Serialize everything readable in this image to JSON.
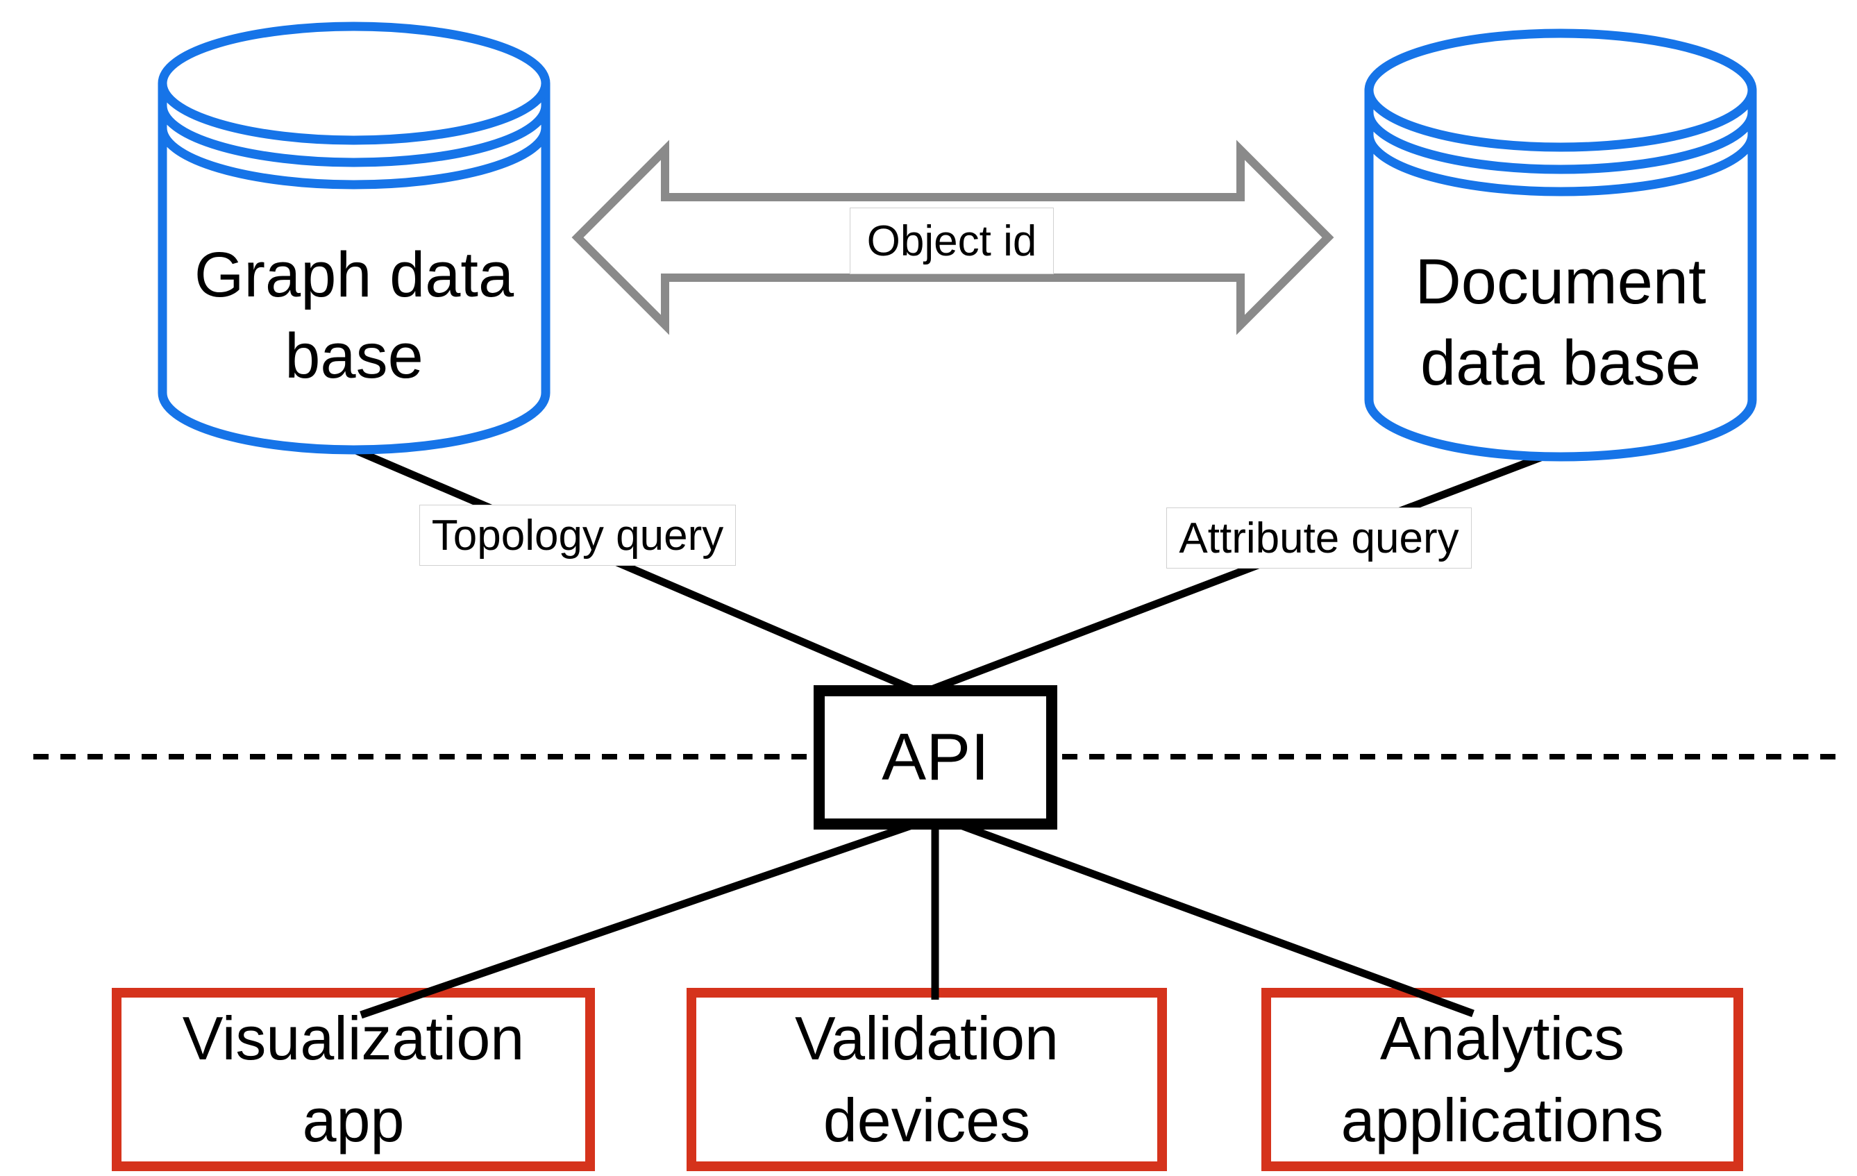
{
  "diagram": {
    "background_color": "#ffffff",
    "colors": {
      "database_outline": "#1674e8",
      "application_box_outline": "#d5331c",
      "api_box_outline": "#000000",
      "connector_line": "#000000",
      "sync_arrow_outline": "#8a8a8a",
      "edge_label_border": "#d0d0d0",
      "text": "#000000"
    },
    "nodes": {
      "graph_db": {
        "type": "database",
        "line1": "Graph data",
        "line2": "base"
      },
      "document_db": {
        "type": "database",
        "line1": "Document",
        "line2": "data base"
      },
      "api": {
        "type": "box",
        "label": "API"
      },
      "visualization_app": {
        "type": "application",
        "line1": "Visualization",
        "line2": "app"
      },
      "validation_devices": {
        "type": "application",
        "line1": "Validation",
        "line2": "devices"
      },
      "analytics_applications": {
        "type": "application",
        "line1": "Analytics",
        "line2": "applications"
      }
    },
    "edges": {
      "object_id": {
        "label": "Object id",
        "from": "graph_db",
        "to": "document_db",
        "style": "double-headed-arrow"
      },
      "topology_query": {
        "label": "Topology query",
        "from": "graph_db",
        "to": "api",
        "style": "solid-line"
      },
      "attribute_query": {
        "label": "Attribute query",
        "from": "document_db",
        "to": "api",
        "style": "solid-line"
      },
      "api_to_visualization_app": {
        "from": "api",
        "to": "visualization_app",
        "style": "solid-line"
      },
      "api_to_validation_devices": {
        "from": "api",
        "to": "validation_devices",
        "style": "solid-line"
      },
      "api_to_analytics_applications": {
        "from": "api",
        "to": "analytics_applications",
        "style": "solid-line"
      },
      "boundary": {
        "style": "horizontal-dashed-line"
      }
    }
  }
}
